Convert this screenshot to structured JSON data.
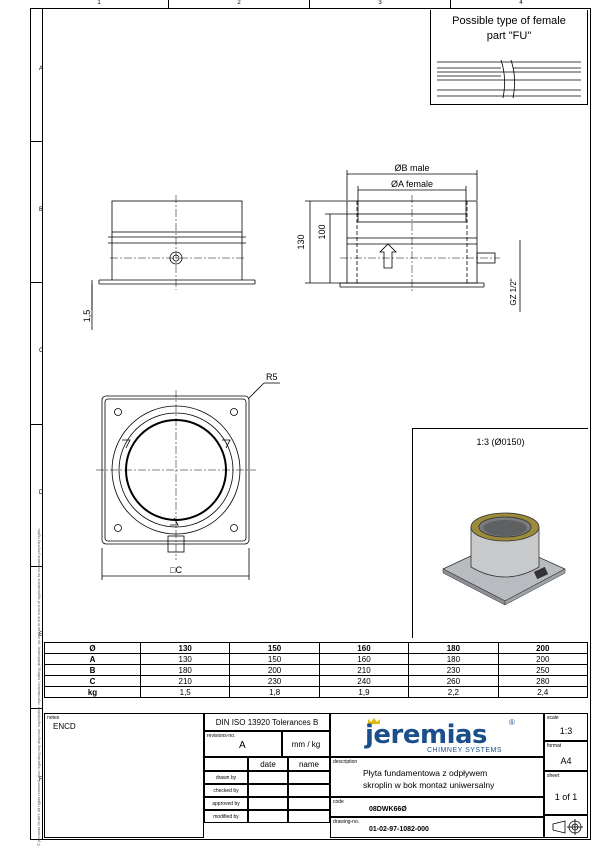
{
  "column_numbers": [
    "1",
    "2",
    "3",
    "4"
  ],
  "row_letters": [
    "A",
    "B",
    "C",
    "D",
    "E",
    "F"
  ],
  "watermark": "© jeremias GmbH. All rights reserved, also regarding any disposal, exploitation, reproduction, editing, distribution, as well as in the event of applications for industrial property rights.",
  "female_type": {
    "title_line1": "Possible type of female",
    "title_line2": "part \"FU\""
  },
  "dimensions": {
    "b_male": "ØB male",
    "a_female": "ØA  female",
    "h130": "130",
    "h100": "100",
    "thk": "1,5",
    "gz": "GZ 1/2\"",
    "r5": "R5",
    "c": "□C"
  },
  "view_caption": "1:3 (Ø0150)",
  "table": {
    "headers": [
      "Ø",
      "130",
      "150",
      "160",
      "180",
      "200"
    ],
    "rows": [
      {
        "label": "A",
        "values": [
          "130",
          "150",
          "160",
          "180",
          "200"
        ]
      },
      {
        "label": "B",
        "values": [
          "180",
          "200",
          "210",
          "230",
          "250"
        ]
      },
      {
        "label": "C",
        "values": [
          "210",
          "230",
          "240",
          "260",
          "280"
        ]
      },
      {
        "label": "kg",
        "values": [
          "1,5",
          "1,8",
          "1,9",
          "2,2",
          "2,4"
        ]
      }
    ]
  },
  "title_block": {
    "notes_label": "notes",
    "notes_value": "ENCD",
    "tolerance": "DIN ISO 13920 Tolerances B",
    "revisions_label": "revisions-no.",
    "revision": "A",
    "units": "mm / kg",
    "date_header": "date",
    "name_header": "name",
    "drawn_by": "drawn by",
    "checked_by": "checked by",
    "approved_by": "approved by",
    "modified_by": "modified by",
    "logo_text": "jeremias",
    "registered": "®",
    "logo_sub": "CHIMNEY SYSTEMS",
    "description_label": "description",
    "description_line1": "Płyta fundamentowa z odpływem",
    "description_line2": "skroplin w bok montaż uniwersalny",
    "code_label": "code",
    "code": "08DWK66Ø",
    "drawing_label": "drawing-no.",
    "drawing_no": "01-02-97-1082-000",
    "scale_label": "scale",
    "scale": "1:3",
    "format_label": "format",
    "format": "A4",
    "sheet_label": "sheet",
    "sheet": "1 of 1"
  }
}
